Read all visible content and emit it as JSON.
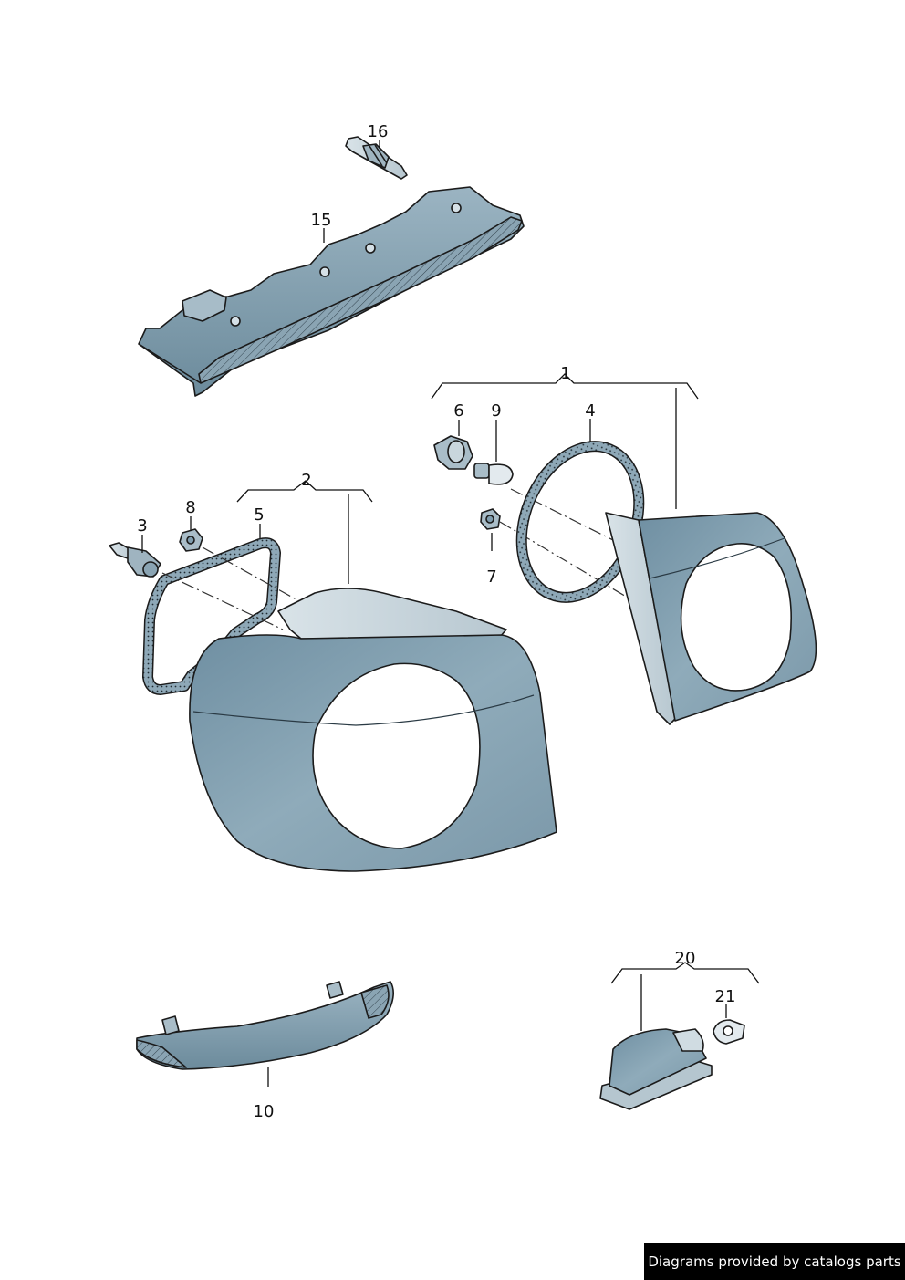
{
  "callouts": {
    "c1": "1",
    "c2": "2",
    "c3": "3",
    "c4": "4",
    "c5": "5",
    "c6": "6",
    "c7": "7",
    "c8": "8",
    "c9": "9",
    "c10": "10",
    "c15": "15",
    "c16": "16",
    "c20": "20",
    "c21": "21"
  },
  "credit": "Diagrams provided by catalogs parts",
  "colors": {
    "part_fill": "#7f9dae",
    "part_dark": "#5d7d8f",
    "part_light": "#c9d6dd",
    "outline": "#1b1b1b",
    "gasket": "#3a4a55"
  },
  "icons": [
    "high-level-brake-light",
    "bulb-holder",
    "tail-light-outer",
    "tail-light-inner",
    "gasket",
    "bulb",
    "nut",
    "reflector",
    "license-plate-light",
    "wedge-bulb"
  ]
}
